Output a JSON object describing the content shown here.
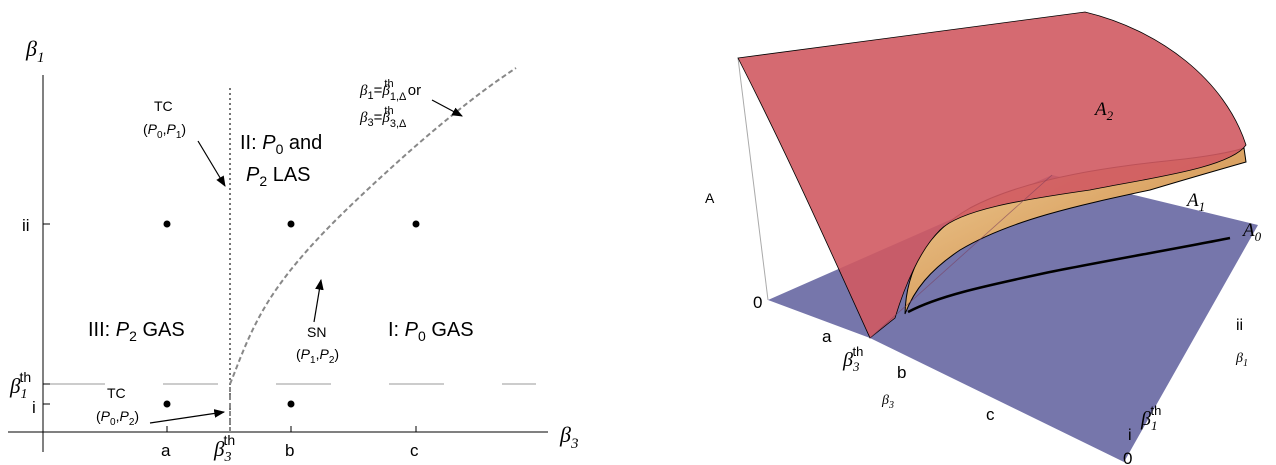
{
  "colors": {
    "surface_A2": "#d06468",
    "surface_A1": "#e8b77a",
    "surface_A0": "#6f6fa6",
    "axis": "#000000",
    "boundary_dashed": "#888888",
    "threshold_line": "#cccccc"
  },
  "left": {
    "axis_y_label": "β",
    "axis_y_sub": "1",
    "axis_x_label": "β",
    "axis_x_sub": "3",
    "x_ticks": {
      "a": "a",
      "b": "b",
      "c": "c",
      "thr_main": "β",
      "thr_sub": "3",
      "thr_sup": "th"
    },
    "y_ticks": {
      "ii": "ii",
      "i": "i",
      "thr_main": "β",
      "thr_sub": "1",
      "thr_sup": "th"
    },
    "region_I": {
      "prefix": "I: ",
      "p": "P",
      "sub": "0",
      "rest": " GAS"
    },
    "region_II": {
      "line1_prefix": "II: ",
      "p0": "P",
      "p0_sub": "0",
      "line1_rest": " and",
      "p2": "P",
      "p2_sub": "2",
      "line2_rest": " LAS"
    },
    "region_III": {
      "prefix": "III: ",
      "p": "P",
      "sub": "2",
      "rest": " GAS"
    },
    "tc_top": {
      "title": "TC",
      "open": "(",
      "p0": "P",
      "p0_sub": "0",
      "comma": ",",
      "p1": "P",
      "p1_sub": "1",
      "close": ")"
    },
    "tc_bottom": {
      "title": "TC",
      "open": "(",
      "p0": "P",
      "p0_sub": "0",
      "comma": ",",
      "p2": "P",
      "p2_sub": "2",
      "close": ")"
    },
    "sn": {
      "title": "SN",
      "open": "(",
      "p1": "P",
      "p1_sub": "1",
      "comma": ",",
      "p2": "P",
      "p2_sub": "2",
      "close": ")"
    },
    "curve_label": {
      "l1_b": "β",
      "l1_sub": "1",
      "l1_eq": "=",
      "l1_b2": "β",
      "l1_sub2": "1,Δ",
      "l1_sup2": "th",
      "l1_or": " or",
      "l2_b": "β",
      "l2_sub": "3",
      "l2_eq": "=",
      "l2_b2": "β",
      "l2_sub2": "3,Δ",
      "l2_sup2": "th"
    }
  },
  "right": {
    "A2": {
      "main": "A",
      "sub": "2"
    },
    "A1": {
      "main": "A",
      "sub": "1"
    },
    "A0": {
      "main": "A",
      "sub": "0"
    },
    "axis_A": "A",
    "zero_left": "0",
    "zero_bottom": "0",
    "tick_a": "a",
    "tick_b": "b",
    "tick_c": "c",
    "tick_ii": "ii",
    "tick_i": "i",
    "b3_thr": {
      "main": "β",
      "sub": "3",
      "sup": "th"
    },
    "b1_thr": {
      "main": "β",
      "sub": "1",
      "sup": "th"
    },
    "axis_b3": {
      "main": "β",
      "sub": "3"
    },
    "axis_b1": {
      "main": "β",
      "sub": "1"
    }
  }
}
